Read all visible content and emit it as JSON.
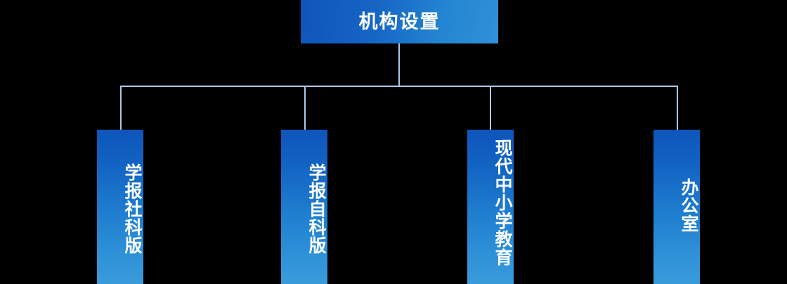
{
  "diagram": {
    "type": "organization-chart",
    "title_text": "机构设置",
    "background_color": "#000000",
    "connector_color": "#a9c9ea",
    "node_gradient_start": "#0d55bb",
    "node_gradient_end": "#3a9bdb",
    "text_color": "#ffffff"
  },
  "root": {
    "label": "机构设置"
  },
  "children": [
    {
      "label": "学报社科版",
      "char_count": 5
    },
    {
      "label": "学报自科版",
      "char_count": 5
    },
    {
      "label": "现代中小学教育",
      "char_count": 7
    },
    {
      "label": "办公室",
      "char_count": 3
    }
  ]
}
